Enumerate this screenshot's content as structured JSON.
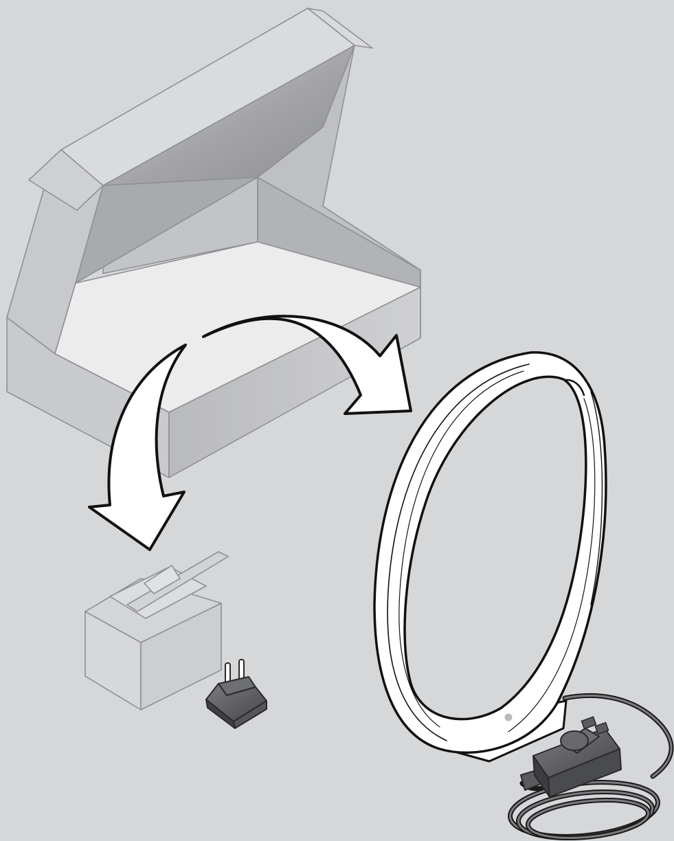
{
  "illustration": {
    "kind": "unboxing-instruction",
    "colors": {
      "background": "#d6d7d9",
      "box_outline": "#8f9094",
      "box_lid_inside": "#a9aaad",
      "box_floor": "#ececed",
      "arrow_fill": "#ffffff",
      "arrow_outline": "#111111",
      "lamp_body": "#ffffff",
      "lamp_outline": "#111111",
      "accessory_dark": "#5c5d60"
    },
    "items": [
      "open-shipping-box",
      "small-accessory-box",
      "plug-adapter",
      "ring-lamp",
      "power-adapter-with-cable",
      "curved-arrow-to-small-box",
      "curved-arrow-to-lamp"
    ]
  }
}
